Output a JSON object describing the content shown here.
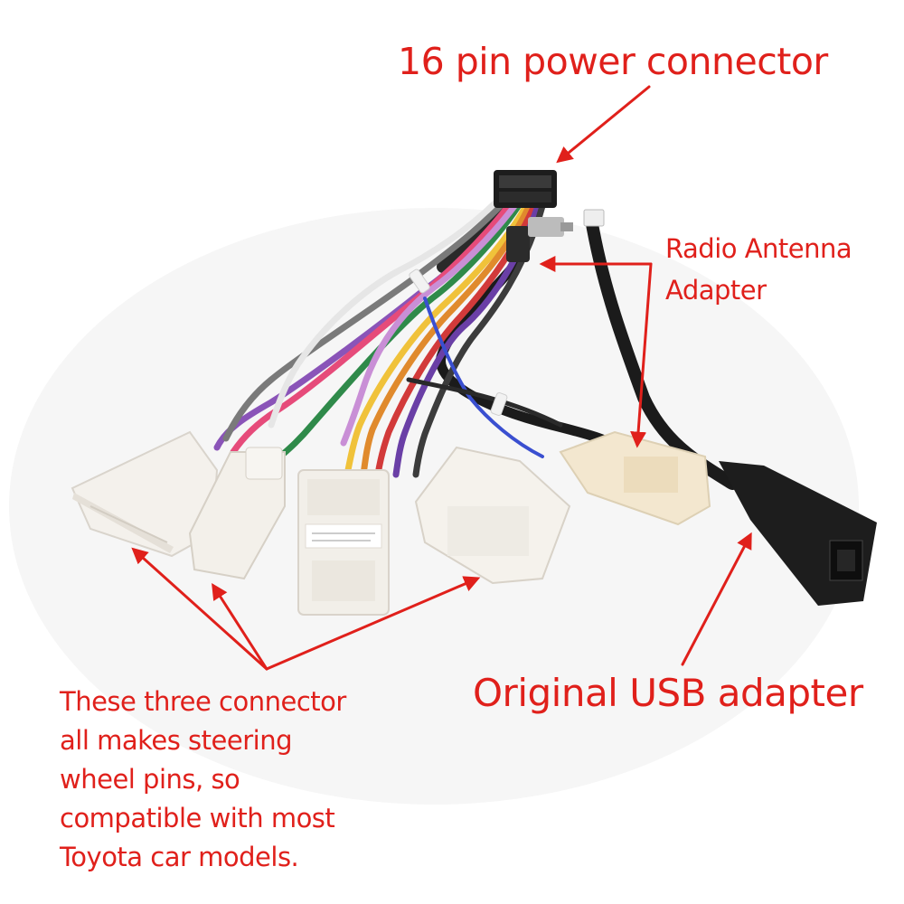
{
  "labels": {
    "power_connector": "16 pin power connector",
    "radio_antenna": [
      "Radio Antenna",
      "Adapter"
    ],
    "usb_adapter": "Original USB adapter",
    "steering_note": [
      "These three connector",
      "all makes steering",
      "wheel pins, so",
      "compatible with most",
      "Toyota car models."
    ]
  },
  "colors": {
    "annotation": "#e0201b",
    "background": "#ffffff",
    "connector_white": "#f4f1ec",
    "connector_cream": "#f3e7cf",
    "connector_black": "#1d1d1d"
  }
}
